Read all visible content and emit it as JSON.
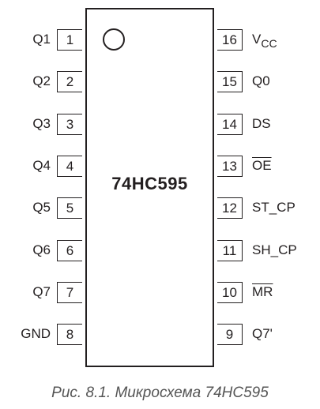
{
  "chip": {
    "name": "74HC595"
  },
  "left_pins": [
    {
      "num": "1",
      "label": "Q1"
    },
    {
      "num": "2",
      "label": "Q2"
    },
    {
      "num": "3",
      "label": "Q3"
    },
    {
      "num": "4",
      "label": "Q4"
    },
    {
      "num": "5",
      "label": "Q5"
    },
    {
      "num": "6",
      "label": "Q6"
    },
    {
      "num": "7",
      "label": "Q7"
    },
    {
      "num": "8",
      "label": "GND"
    }
  ],
  "right_pins": [
    {
      "num": "16",
      "label": "V",
      "sub": "CC"
    },
    {
      "num": "15",
      "label": "Q0"
    },
    {
      "num": "14",
      "label": "DS"
    },
    {
      "num": "13",
      "label": "OE",
      "overline": true
    },
    {
      "num": "12",
      "label": "ST_CP"
    },
    {
      "num": "11",
      "label": "SH_CP"
    },
    {
      "num": "10",
      "label": "MR",
      "overline": true
    },
    {
      "num": "9",
      "label": "Q7'"
    }
  ],
  "caption": "Рис. 8.1. Микросхема 74HC595"
}
